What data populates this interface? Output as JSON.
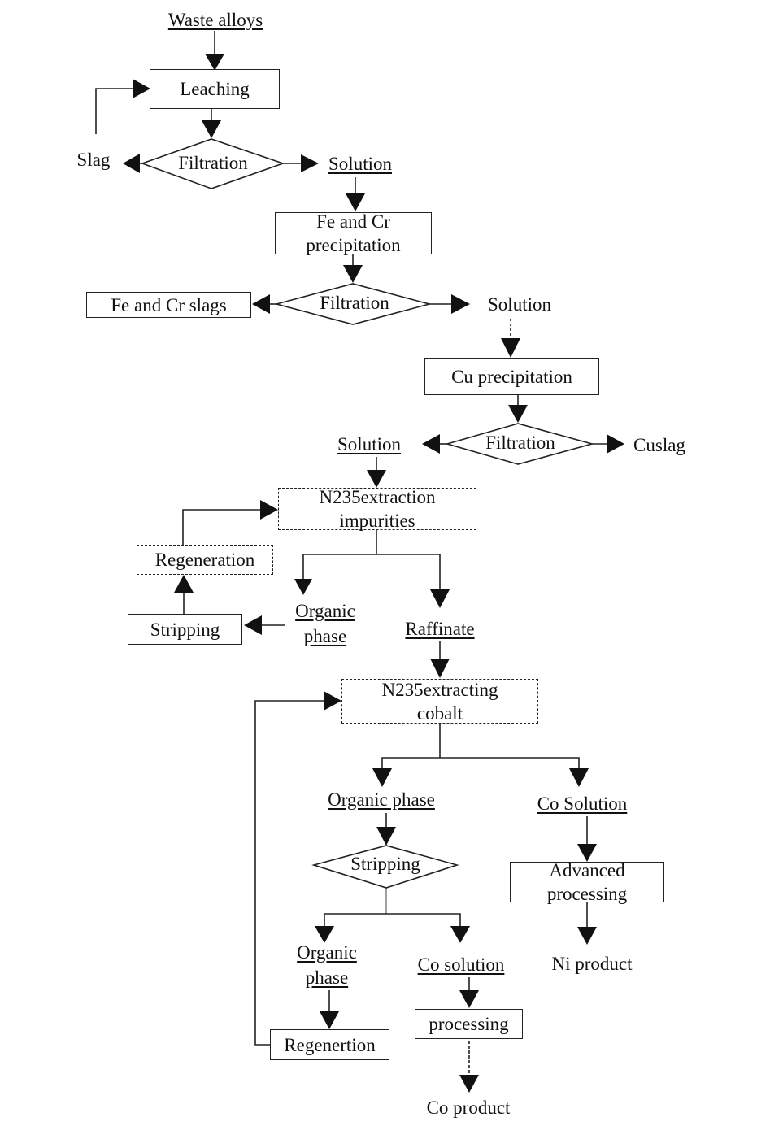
{
  "nodes": {
    "waste_alloys": "Waste alloys",
    "leaching": "Leaching",
    "filtration_1": "Filtration",
    "slag": "Slag",
    "solution_1": "Solution",
    "fe_cr_precipitation": "Fe and Cr\nprecipitation",
    "filtration_2": "Filtration",
    "fe_cr_slags": "Fe and Cr slags",
    "solution_2": "Solution",
    "cu_precipitation": "Cu precipitation",
    "filtration_3": "Filtration",
    "solution_3": "Solution",
    "cuslag": "Cuslag",
    "n235_impurities": "N235extraction\nimpurities",
    "regeneration": "Regeneration",
    "stripping_box": "Stripping",
    "organic_phase_1": "Organic\nphase",
    "raffinate": "Raffinate",
    "n235_cobalt": "N235extracting\ncobalt",
    "organic_phase_2": "Organic phase",
    "co_solution_1": "Co Solution",
    "stripping_diamond": "Stripping",
    "advanced_processing": "Advanced\nprocessing",
    "organic_phase_3": "Organic\nphase",
    "co_solution_2": "Co solution",
    "ni_product": "Ni product",
    "processing": "processing",
    "regenertion": "Regenertion",
    "co_product": "Co product"
  }
}
